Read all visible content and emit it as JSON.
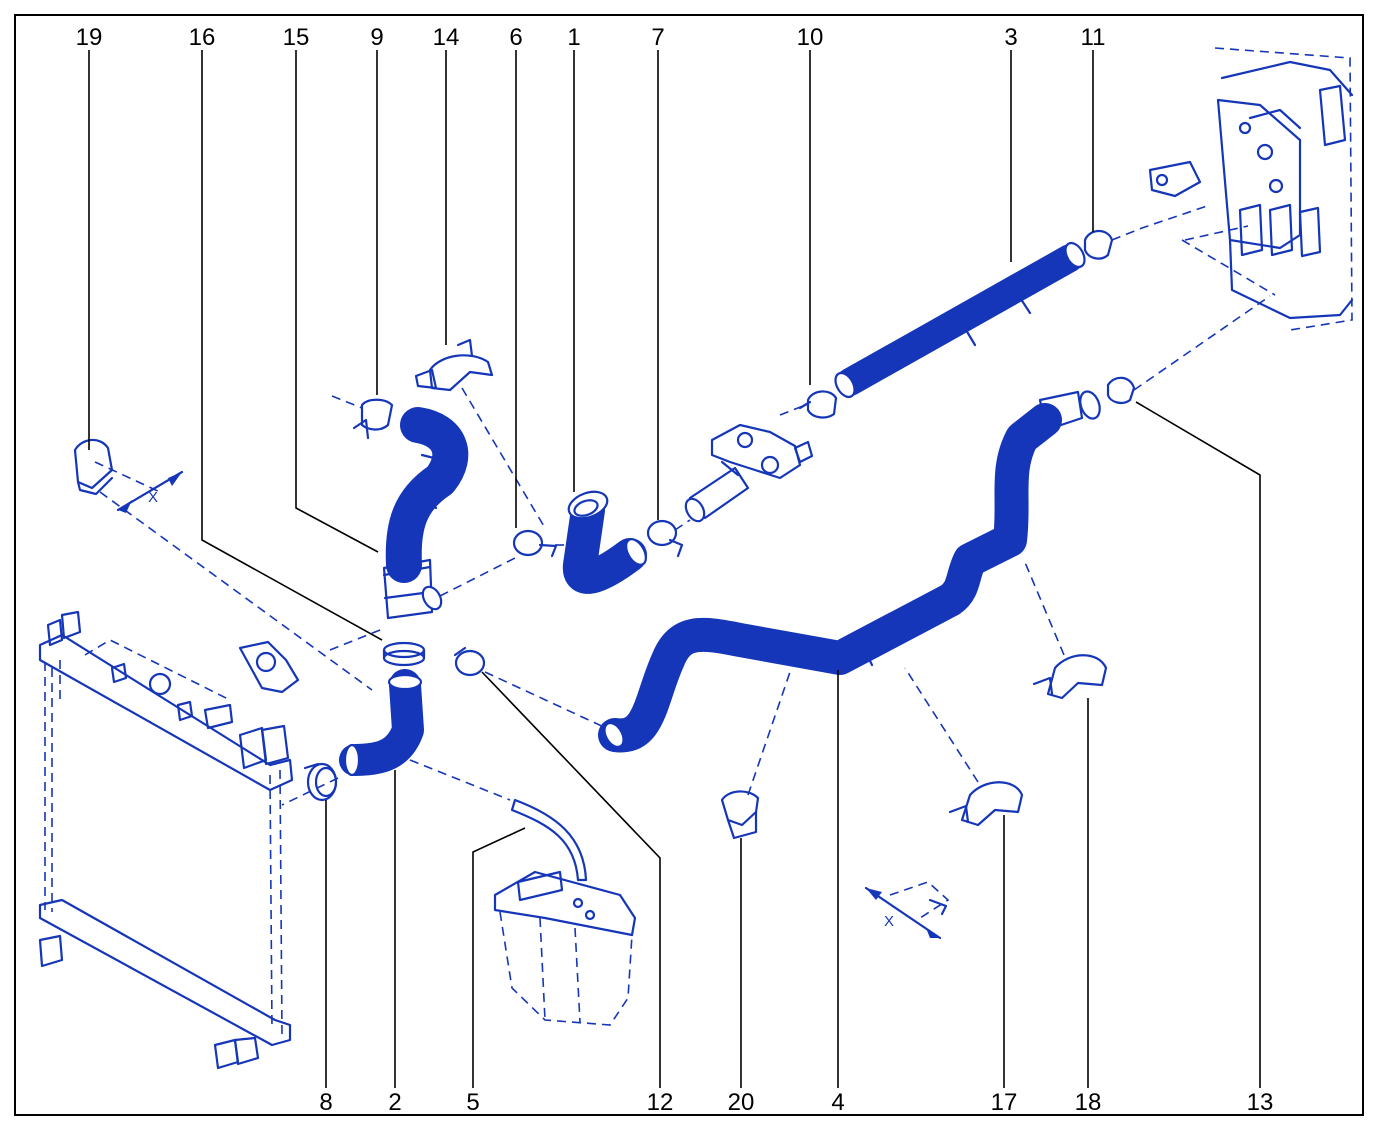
{
  "diagram": {
    "callouts": [
      {
        "id": "19",
        "label": "19"
      },
      {
        "id": "16",
        "label": "16"
      },
      {
        "id": "15",
        "label": "15"
      },
      {
        "id": "9",
        "label": "9"
      },
      {
        "id": "14",
        "label": "14"
      },
      {
        "id": "6",
        "label": "6"
      },
      {
        "id": "1",
        "label": "1"
      },
      {
        "id": "7",
        "label": "7"
      },
      {
        "id": "10",
        "label": "10"
      },
      {
        "id": "3",
        "label": "3"
      },
      {
        "id": "11",
        "label": "11"
      },
      {
        "id": "8",
        "label": "8"
      },
      {
        "id": "2",
        "label": "2"
      },
      {
        "id": "5",
        "label": "5"
      },
      {
        "id": "12",
        "label": "12"
      },
      {
        "id": "20",
        "label": "20"
      },
      {
        "id": "4",
        "label": "4"
      },
      {
        "id": "17",
        "label": "17"
      },
      {
        "id": "18",
        "label": "18"
      },
      {
        "id": "13",
        "label": "13"
      }
    ],
    "section_marks": [
      "X",
      "X"
    ],
    "line_color": "#1536b8",
    "leader_color": "#000000"
  }
}
